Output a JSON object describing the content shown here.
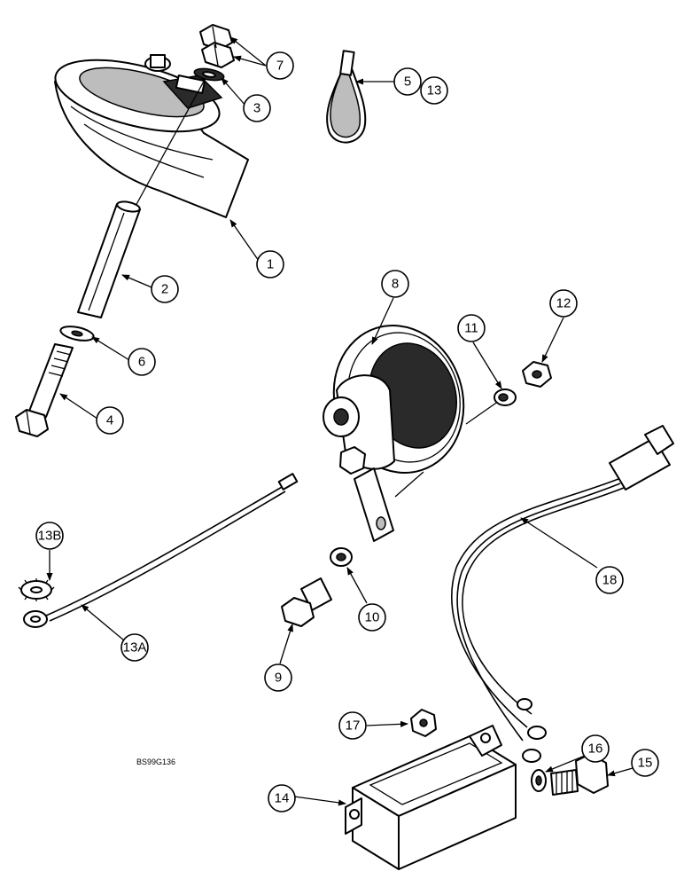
{
  "figure_code": "BS99G136",
  "callouts": {
    "c1": "1",
    "c2": "2",
    "c3": "3",
    "c4": "4",
    "c5": "5",
    "c6": "6",
    "c7": "7",
    "c8": "8",
    "c9": "9",
    "c10": "10",
    "c11": "11",
    "c12": "12",
    "c13": "13",
    "c13a": "13A",
    "c13b": "13B",
    "c14": "14",
    "c15": "15",
    "c16": "16",
    "c17": "17",
    "c18": "18"
  }
}
